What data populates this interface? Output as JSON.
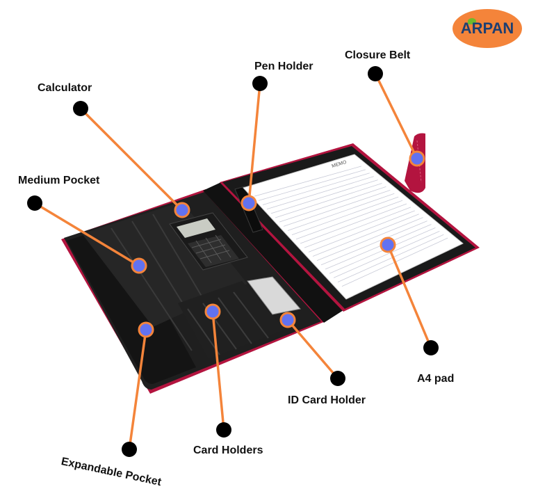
{
  "brand": {
    "logo_text": "ARPAN",
    "logo_color": "#f4843a",
    "logo_text_color": "#1d3f72"
  },
  "colors": {
    "leader_line": "#f4843a",
    "marker_fill": "#6272f0",
    "marker_ring": "#f4843a",
    "endpoint_dot": "#000000",
    "folder_leather": "#1b1b1b",
    "folder_trim": "#b3143f",
    "paper": "#ffffff"
  },
  "pad": {
    "header_text": "MEMO"
  },
  "callouts": [
    {
      "id": "calculator",
      "label": "Calculator"
    },
    {
      "id": "pen-holder",
      "label": "Pen Holder"
    },
    {
      "id": "closure-belt",
      "label": "Closure Belt"
    },
    {
      "id": "medium-pocket",
      "label": "Medium Pocket"
    },
    {
      "id": "a4-pad",
      "label": "A4 pad"
    },
    {
      "id": "id-card-holder",
      "label": "ID Card Holder"
    },
    {
      "id": "card-holders",
      "label": "Card Holders"
    },
    {
      "id": "expandable-pocket",
      "label": "Expandable Pocket"
    }
  ]
}
